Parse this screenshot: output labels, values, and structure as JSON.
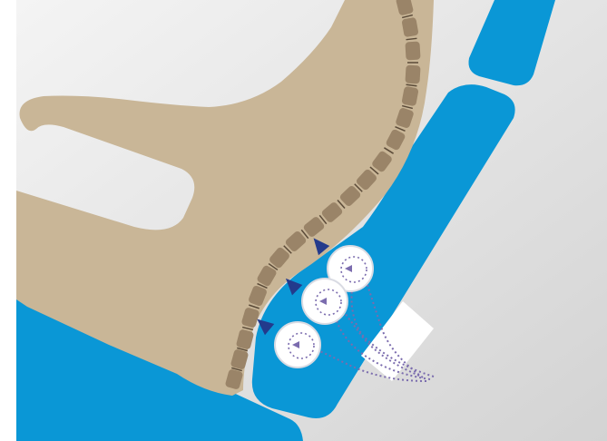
{
  "colors": {
    "background_light": "#f1f1f1",
    "background_mid": "#d6d6d6",
    "frame_white": "#ffffff",
    "body_tan": "#c9b697",
    "vertebra_brown": "#9a8468",
    "disc_dark": "#5a4a38",
    "support_blue": "#0a97d6",
    "support_blue_shadow": "#0a86c0",
    "roller_fill": "#ffffff",
    "roller_outline": "#d9dbe3",
    "direction_arrow": "#233a8c",
    "path_dots": "#7b6cae"
  },
  "icons": {
    "body": "body-silhouette",
    "spine": "spine-icon",
    "roller": "massage-roller-icon",
    "arrow": "direction-arrow-icon"
  },
  "diagram": {
    "roller_count": 3,
    "direction_arrow_count": 3
  }
}
